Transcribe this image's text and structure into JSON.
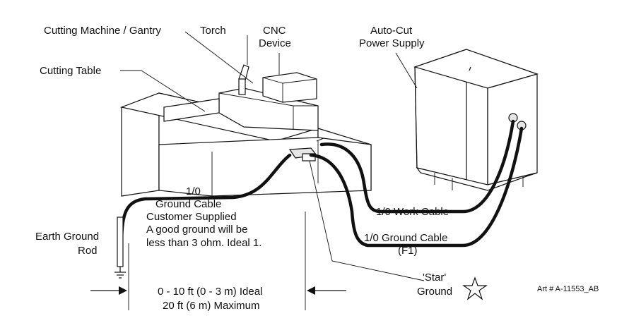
{
  "labels": {
    "cutting_machine": "Cutting Machine / Gantry",
    "torch": "Torch",
    "cnc_line1": "CNC",
    "cnc_line2": "Device",
    "autocut_line1": "Auto-Cut",
    "autocut_line2": "Power Supply",
    "cutting_table": "Cutting Table",
    "ground_cable_size": "1/0",
    "ground_cable": "Ground Cable",
    "customer_supplied": "Customer Supplied",
    "good_ground_line1": "A good ground will be",
    "good_ground_line2": "less than 3 ohm.  Ideal 1.",
    "earth_ground_line1": "Earth Ground",
    "earth_ground_line2": "Rod",
    "work_cable": "1/0  Work Cable",
    "ground_cable_f1_line1": "1/0  Ground Cable",
    "ground_cable_f1_line2": "(F1)",
    "star_line1": "'Star'",
    "star_line2": "Ground",
    "distance_line1": "0 - 10 ft (0 - 3 m) Ideal",
    "distance_line2": "20 ft (6 m) Maximum",
    "art_number": "Art # A-11553_AB"
  },
  "icons": {
    "star": "star-outline-icon",
    "ground": "ground-symbol-icon"
  }
}
